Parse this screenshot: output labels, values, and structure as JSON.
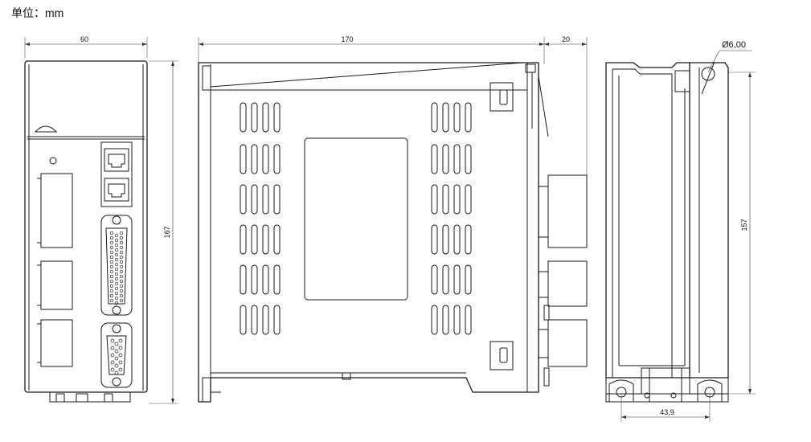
{
  "unit_label": "单位：mm",
  "dimensions": {
    "front_width": "60",
    "front_height": "167",
    "side_depth": "170",
    "connector_depth": "20",
    "hole_diameter": "Ø6,00",
    "back_height": "157",
    "mount_spacing": "43,9"
  },
  "colors": {
    "line": "#1a1a1a",
    "dim_line": "#333333",
    "background": "#ffffff"
  }
}
